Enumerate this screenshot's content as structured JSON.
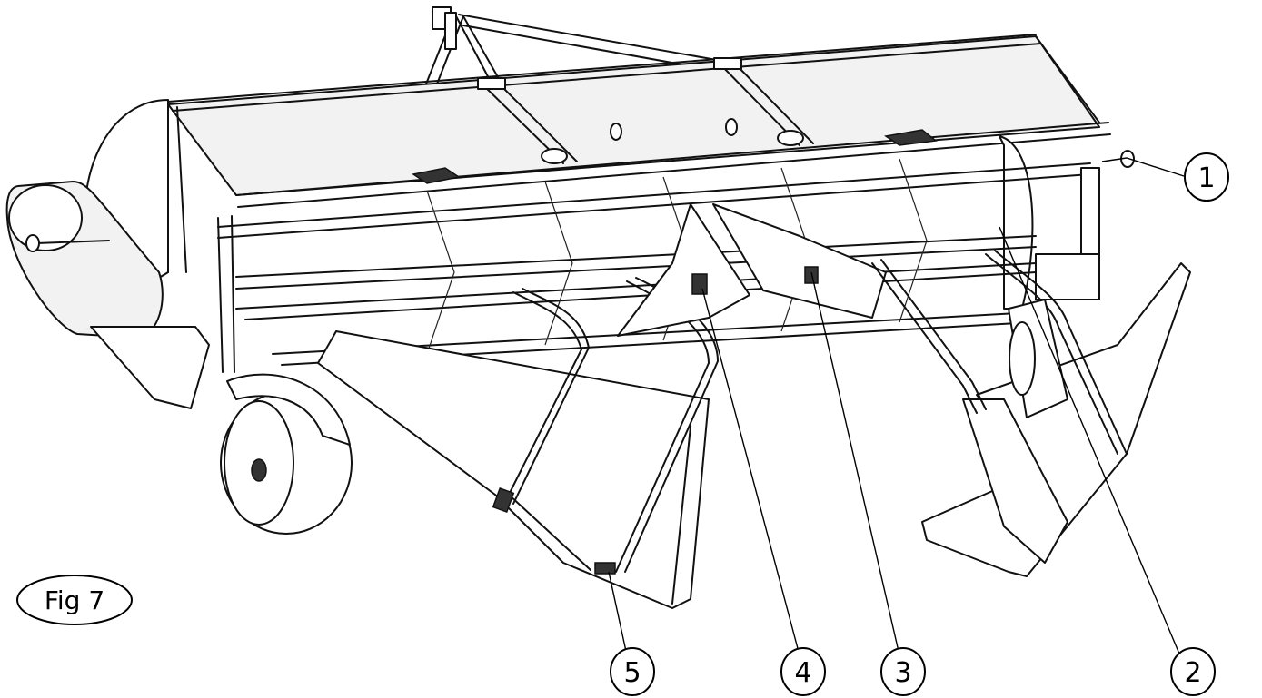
{
  "figure": {
    "label": "Fig 7"
  },
  "callouts": [
    {
      "number": "1"
    },
    {
      "number": "2"
    },
    {
      "number": "3"
    },
    {
      "number": "4"
    },
    {
      "number": "5"
    }
  ]
}
